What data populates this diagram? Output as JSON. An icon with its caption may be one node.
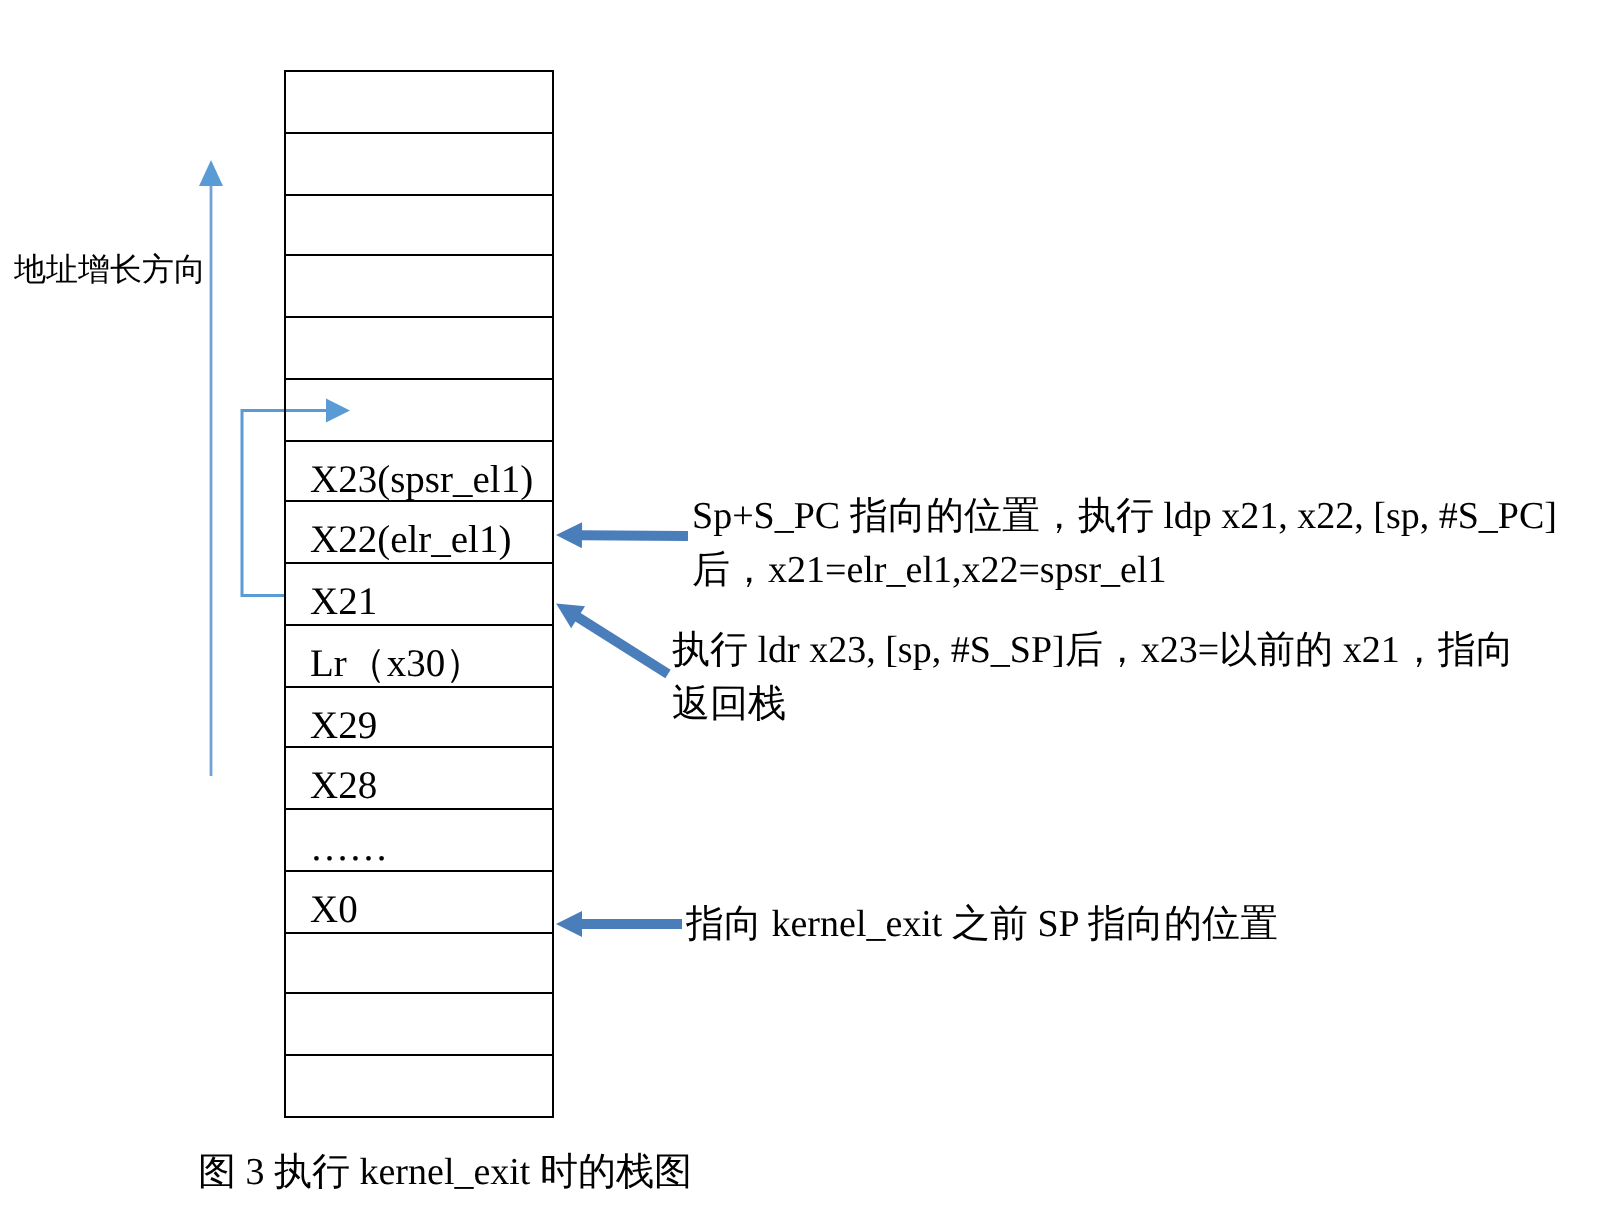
{
  "diagram": {
    "caption": "图 3 执行 kernel_exit 时的栈图",
    "nodes": [
      {
        "text": [],
        "shape": "box"
      },
      {
        "text": [],
        "shape": "box"
      },
      {
        "text": [],
        "shape": "box"
      },
      {
        "text": [],
        "shape": "box"
      },
      {
        "text": [],
        "shape": "box"
      },
      {
        "text": [],
        "shape": "box"
      },
      {
        "text": [
          "X23(spsr_el1)"
        ]
      },
      {
        "text": [
          "X22(elr_el1)"
        ]
      },
      {
        "text": [
          "X21"
        ]
      },
      {
        "text": [
          "Lr（x30）"
        ]
      },
      {
        "text": [
          "X29"
        ]
      },
      {
        "text": [
          "X28"
        ]
      },
      {
        "text": [
          "……"
        ]
      },
      {
        "text": [
          "X0"
        ]
      },
      {
        "text": [],
        "shape": "box"
      },
      {
        "text": [],
        "shape": "box"
      },
      {
        "text": [],
        "shape": "box"
      },
      {
        "text": [
          "Sp+S_PC 指向的位置，执行 ldp x21, x22, [sp, #S_PC]后，x21=elr_el1,x22=spsr_el1"
        ]
      },
      {
        "text": [
          "执行 ldr x23, [sp, #S_SP]后，x23=以前的 x21，指向返回栈"
        ]
      },
      {
        "text": [
          "指向 kernel_exit 之前 SP 指向的位置"
        ]
      }
    ],
    "edges": [
      {
        "from": 17,
        "to": 7,
        "arrow": "to"
      },
      {
        "from": 18,
        "to": 8,
        "arrow": "to"
      },
      {
        "from": 19,
        "to": 13,
        "arrow": "to"
      },
      {
        "from": 8,
        "to": 5,
        "arrow": "to",
        "color": "#5b9bd5"
      }
    ],
    "labels": [
      "地址增长方向"
    ]
  }
}
